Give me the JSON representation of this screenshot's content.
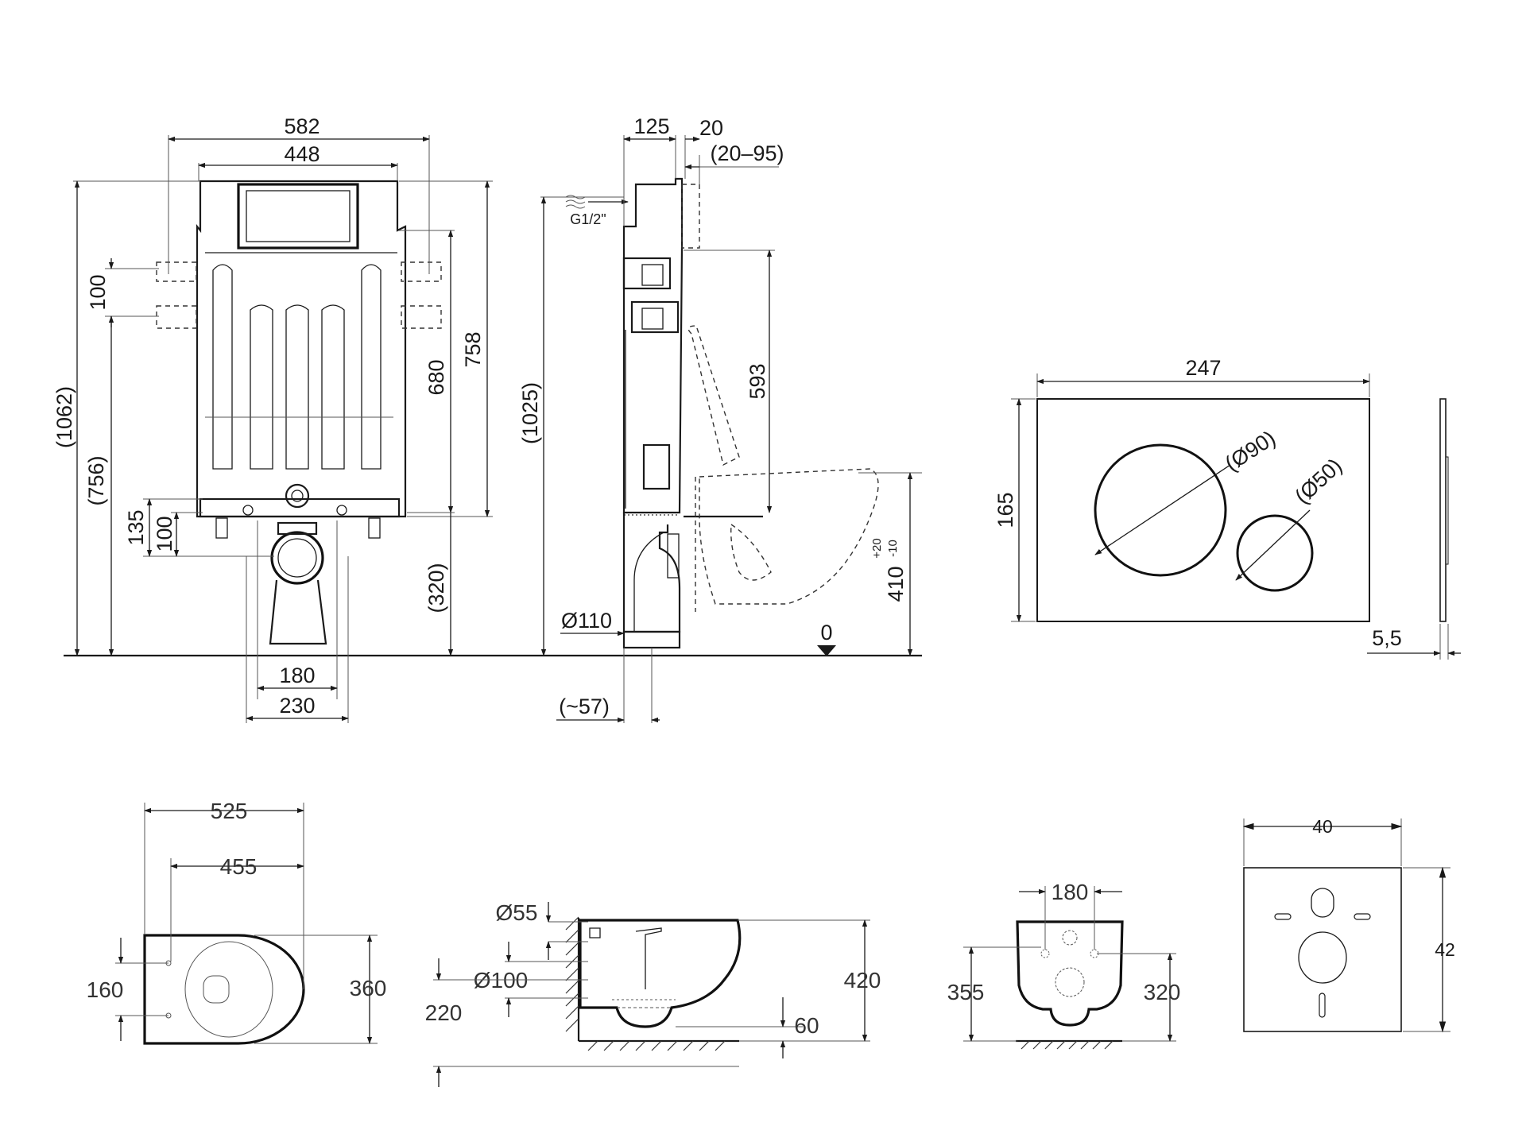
{
  "front_view": {
    "width_outer": "582",
    "width_frame": "448",
    "h_total": "(1062)",
    "h_spacing": "100",
    "h_inner": "(756)",
    "h_680": "680",
    "h_758": "758",
    "h_135": "135",
    "h_100_low": "100",
    "h_320": "(320)",
    "w_180": "180",
    "w_230": "230"
  },
  "side_view": {
    "d_125": "125",
    "d_20": "20",
    "d_adjust": "(20–95)",
    "water_inlet": "G1/2\"",
    "h_1025": "(1025)",
    "h_593": "593",
    "drain_dia": "Ø110",
    "d_57": "(~57)",
    "floor_zero": "0",
    "bowl_height": "410",
    "bowl_tol_plus": "+20",
    "bowl_tol_minus": "-10"
  },
  "flush_plate": {
    "width": "247",
    "height": "165",
    "big_button_dia": "(Ø90)",
    "small_button_dia": "(Ø50)",
    "thickness": "5,5"
  },
  "bowl_top": {
    "length": "525",
    "length_inner": "455",
    "hole_spacing": "160",
    "width": "360"
  },
  "bowl_side": {
    "inlet_dia": "Ø55",
    "outlet_dia": "Ø100",
    "outlet_height": "220",
    "height": "420",
    "base_offset": "60"
  },
  "bowl_back": {
    "bolt_spacing": "180",
    "h_355": "355",
    "h_320": "320"
  },
  "sound_pad": {
    "width": "40",
    "height": "42"
  }
}
